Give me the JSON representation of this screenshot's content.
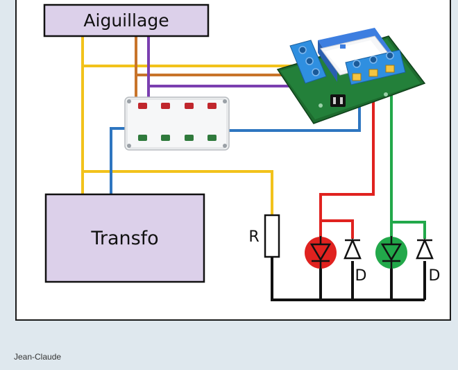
{
  "diagram": {
    "boxes": {
      "aiguillage": "Aiguillage",
      "transfo": "Transfo"
    },
    "labels": {
      "resistor": "R",
      "diode_1": "D",
      "diode_2": "D"
    },
    "colors": {
      "yellow": "#f2c21b",
      "orange": "#c8742a",
      "purple": "#7b3fb0",
      "blue": "#2e76c0",
      "red": "#e0221f",
      "green": "#22a84a",
      "black": "#111111",
      "box_fill": "#dcd0ea"
    }
  },
  "footer": {
    "author": "Jean-Claude"
  }
}
